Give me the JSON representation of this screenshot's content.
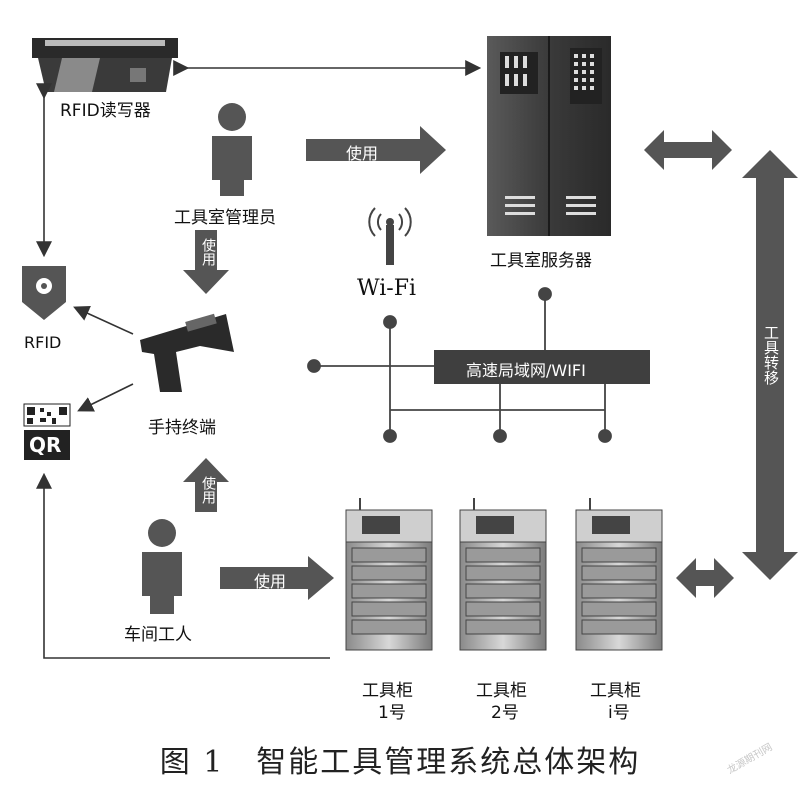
{
  "labels": {
    "rfid_reader": "RFID读写器",
    "admin": "工具室管理员",
    "server": "工具室服务器",
    "wifi": "Wi-Fi",
    "rfid": "RFID",
    "qr": "QR",
    "handheld": "手持终端",
    "lan": "高速局域网/WIFI",
    "worker": "车间工人",
    "cabinet1_line1": "工具柜",
    "cabinet1_line2": "1号",
    "cabinet2_line1": "工具柜",
    "cabinet2_line2": "2号",
    "cabinet3_line1": "工具柜",
    "cabinet3_line2": "i号"
  },
  "arrows": {
    "use_admin_server": "使用",
    "use_admin_handheld": "使用",
    "use_worker_handheld": "使用",
    "use_worker_cabinet": "使用",
    "tool_transfer": "工具转移"
  },
  "caption": "图 1　智能工具管理系统总体架构",
  "watermark": "龙源期刊网"
}
